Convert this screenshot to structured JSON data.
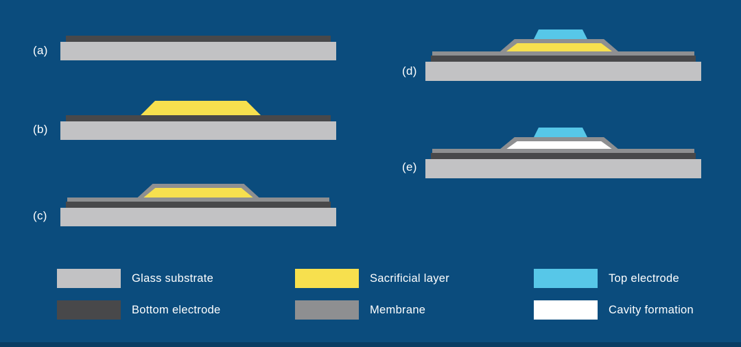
{
  "figure": {
    "panels": [
      {
        "id": "a",
        "label": "(a)",
        "layers": [
          "Glass substrate",
          "Bottom electrode"
        ]
      },
      {
        "id": "b",
        "label": "(b)",
        "layers": [
          "Glass substrate",
          "Bottom electrode",
          "Sacrificial layer"
        ]
      },
      {
        "id": "c",
        "label": "(c)",
        "layers": [
          "Glass substrate",
          "Bottom electrode",
          "Sacrificial layer",
          "Membrane"
        ]
      },
      {
        "id": "d",
        "label": "(d)",
        "layers": [
          "Glass substrate",
          "Bottom electrode",
          "Sacrificial layer",
          "Membrane",
          "Top electrode"
        ]
      },
      {
        "id": "e",
        "label": "(e)",
        "layers": [
          "Glass substrate",
          "Bottom electrode",
          "Cavity formation",
          "Membrane",
          "Top electrode"
        ]
      }
    ]
  },
  "legend": {
    "items": [
      {
        "label": "Glass substrate",
        "color": "#c2c2c4"
      },
      {
        "label": "Bottom electrode",
        "color": "#48484a"
      },
      {
        "label": "Sacrificial layer",
        "color": "#f7e04e"
      },
      {
        "label": "Membrane",
        "color": "#8e8f91"
      },
      {
        "label": "Top electrode",
        "color": "#57c7e8"
      },
      {
        "label": "Cavity formation",
        "color": "#ffffff"
      }
    ]
  },
  "colors": {
    "background": "#0b4c7d",
    "footer_stripe": "#093c63",
    "glass_substrate": "#c2c2c4",
    "bottom_electrode": "#48484a",
    "sacrificial_layer": "#f7e04e",
    "membrane": "#8e8f91",
    "top_electrode": "#57c7e8",
    "cavity": "#ffffff",
    "label_text": "#ffffff"
  }
}
